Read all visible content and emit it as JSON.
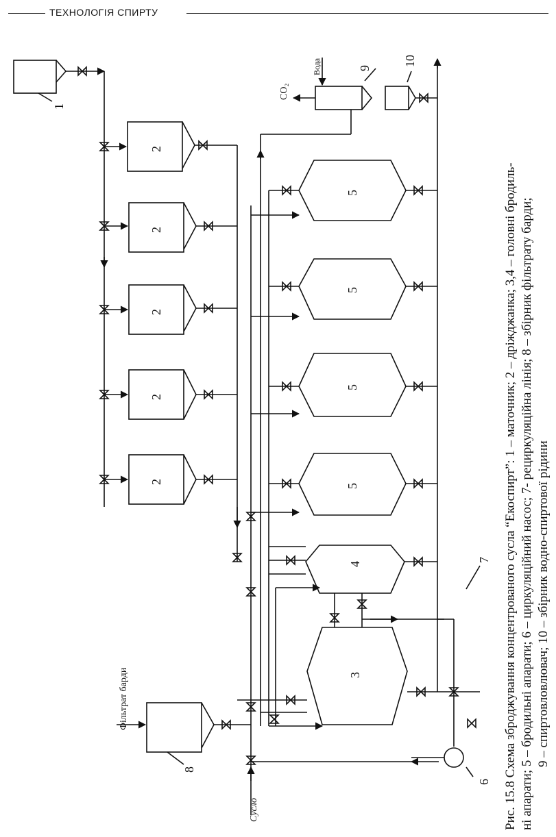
{
  "header": {
    "title": "ТЕХНОЛОГІЯ СПИРТУ"
  },
  "stream_labels": {
    "co2": "CO₂",
    "water": "Вода",
    "stillage_filtrate": "Фільтрат барди",
    "wort": "Сусло"
  },
  "units": {
    "seed_tank": "1",
    "yeast_tank": "2",
    "head_fermenter_3": "3",
    "head_fermenter_4": "4",
    "fermenter": "5",
    "pump": "6",
    "recirculation_line": "7",
    "filtrate_collector": "8",
    "alcohol_trap": "9",
    "collector": "10"
  },
  "caption": {
    "lines": [
      "Рис. 15.8 Схема зброджування концентрованого сусла “Екоспирт”: 1 – маточник; 2 – дріжджанка; 3,4 – головні бродиль-",
      "ні апарати; 5 – бродильні апарати; 6 – циркуляційний насос; 7- рециркуляційна лінія; 8 – збірник фільтрату барди;",
      "9 – спиртовловлювач; 10 – збірник водно-спиртової рідини"
    ]
  }
}
